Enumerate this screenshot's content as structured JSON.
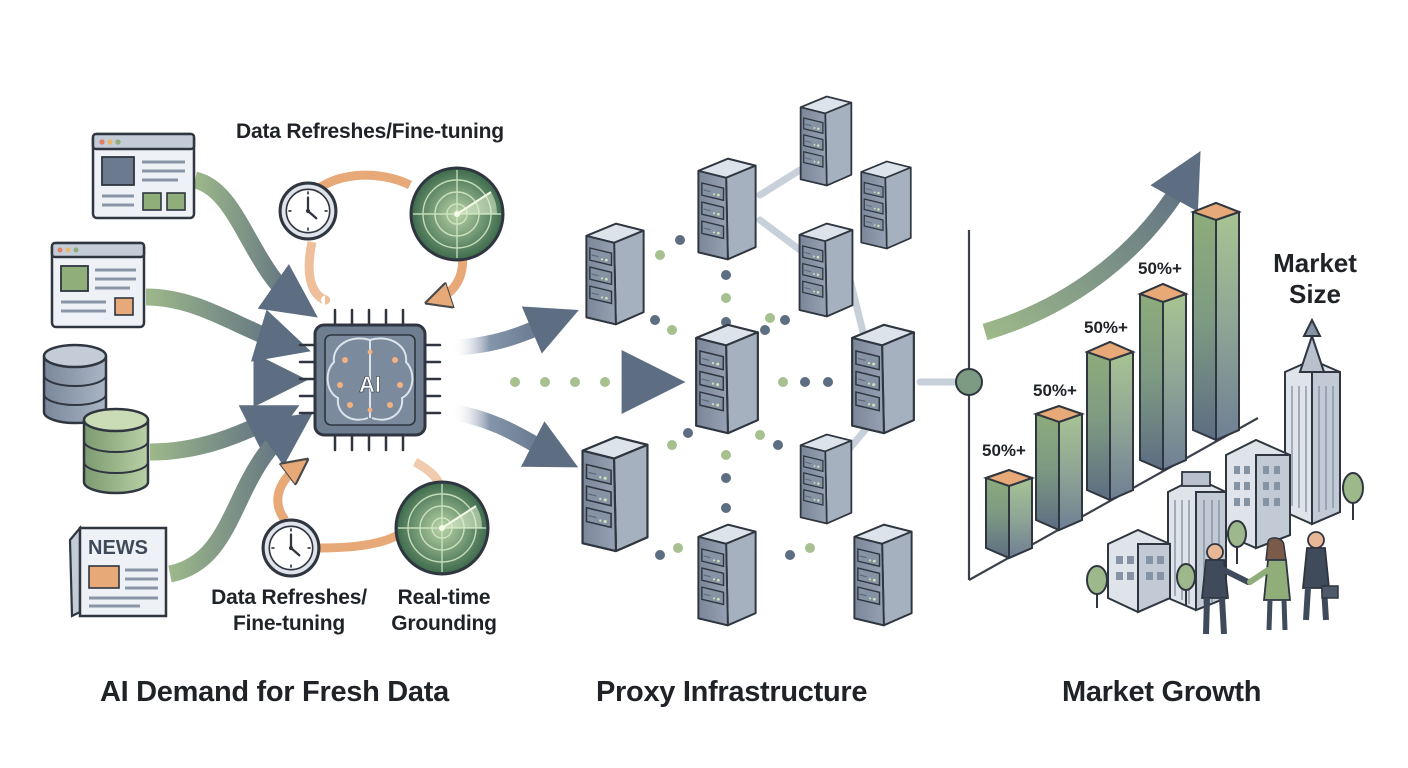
{
  "sections": {
    "left_title": "AI Demand for Fresh Data",
    "middle_title": "Proxy Infrastructure",
    "right_title": "Market Growth"
  },
  "left": {
    "top_label": "Data Refreshes/Fine-tuning",
    "bottom_left_label_line1": "Data Refreshes/",
    "bottom_left_label_line2": "Fine-tuning",
    "bottom_right_label_line1": "Real-time",
    "bottom_right_label_line2": "Grounding",
    "chip_text": "AI",
    "news_text": "NEWS",
    "sources": [
      "webpage-icon",
      "webpage-icon",
      "database-icon",
      "database-icon",
      "newspaper-icon"
    ]
  },
  "right": {
    "market_size_line1": "Market",
    "market_size_line2": "Size",
    "bar_labels": [
      "50%+",
      "50%+",
      "50%+",
      "50%+"
    ]
  },
  "colors": {
    "slate": "#6b7a8f",
    "slate_dark": "#3f4a5a",
    "green": "#8fae7a",
    "orange": "#e8a978",
    "radar": "#4e7a5a"
  }
}
